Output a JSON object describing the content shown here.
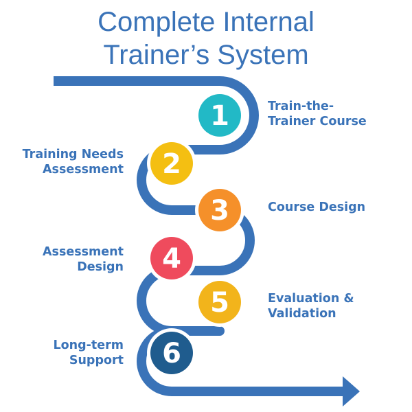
{
  "title": {
    "line1": "Complete Internal",
    "line2": "Trainer’s System"
  },
  "colors": {
    "path": "#3a73b8",
    "path_outline": "#ffffff",
    "text": "#3a73b8"
  },
  "steps": [
    {
      "number": "1",
      "color": "#22b9c6",
      "lines": [
        "Train-the-",
        "Trainer Course"
      ]
    },
    {
      "number": "2",
      "color": "#f4bf12",
      "lines": [
        "Training Needs",
        "Assessment"
      ]
    },
    {
      "number": "3",
      "color": "#f5902a",
      "lines": [
        "Course Design"
      ]
    },
    {
      "number": "4",
      "color": "#ef4b5d",
      "lines": [
        "Assessment",
        "Design"
      ]
    },
    {
      "number": "5",
      "color": "#f2b41b",
      "lines": [
        "Evaluation &",
        "Validation"
      ]
    },
    {
      "number": "6",
      "color": "#1f5c8e",
      "lines": [
        "Long-term",
        "Support"
      ]
    }
  ]
}
